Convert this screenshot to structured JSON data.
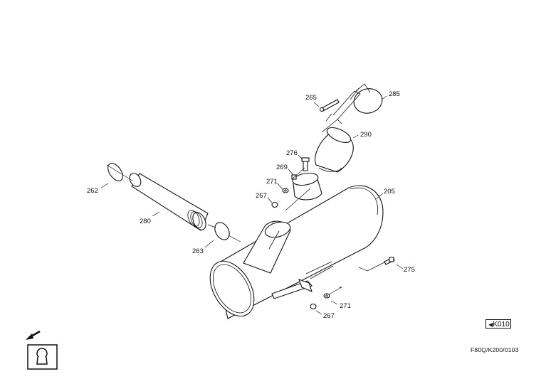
{
  "callouts": {
    "c285": "285",
    "c265": "265",
    "c290": "290",
    "c276": "276",
    "c269": "269",
    "c271a": "271",
    "c267a": "267",
    "c205": "205",
    "c262": "262",
    "c280": "280",
    "c263": "263",
    "c275": "275",
    "c271b": "271",
    "c267b": "267"
  },
  "reference_tag": "K010",
  "reference_arrow": "◀",
  "document_code": "F80Q/K200/0103",
  "icons": [
    "arrow-icon",
    "engine-view-icon"
  ]
}
